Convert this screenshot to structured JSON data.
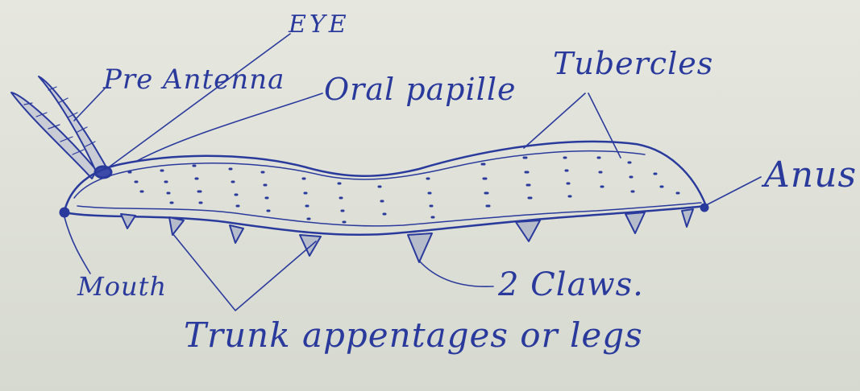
{
  "labels": {
    "eye": "EYE",
    "pre_antenna": "Pre Antenna",
    "oral_papille": "Oral papille",
    "tubercles": "Tubercles",
    "anus": "Anus",
    "mouth": "Mouth",
    "claws": "2 Claws.",
    "trunk_appendages": "Trunk appentages or legs"
  },
  "colors": {
    "ink": "#2a3a9c",
    "paper": "#dfe1d8"
  }
}
